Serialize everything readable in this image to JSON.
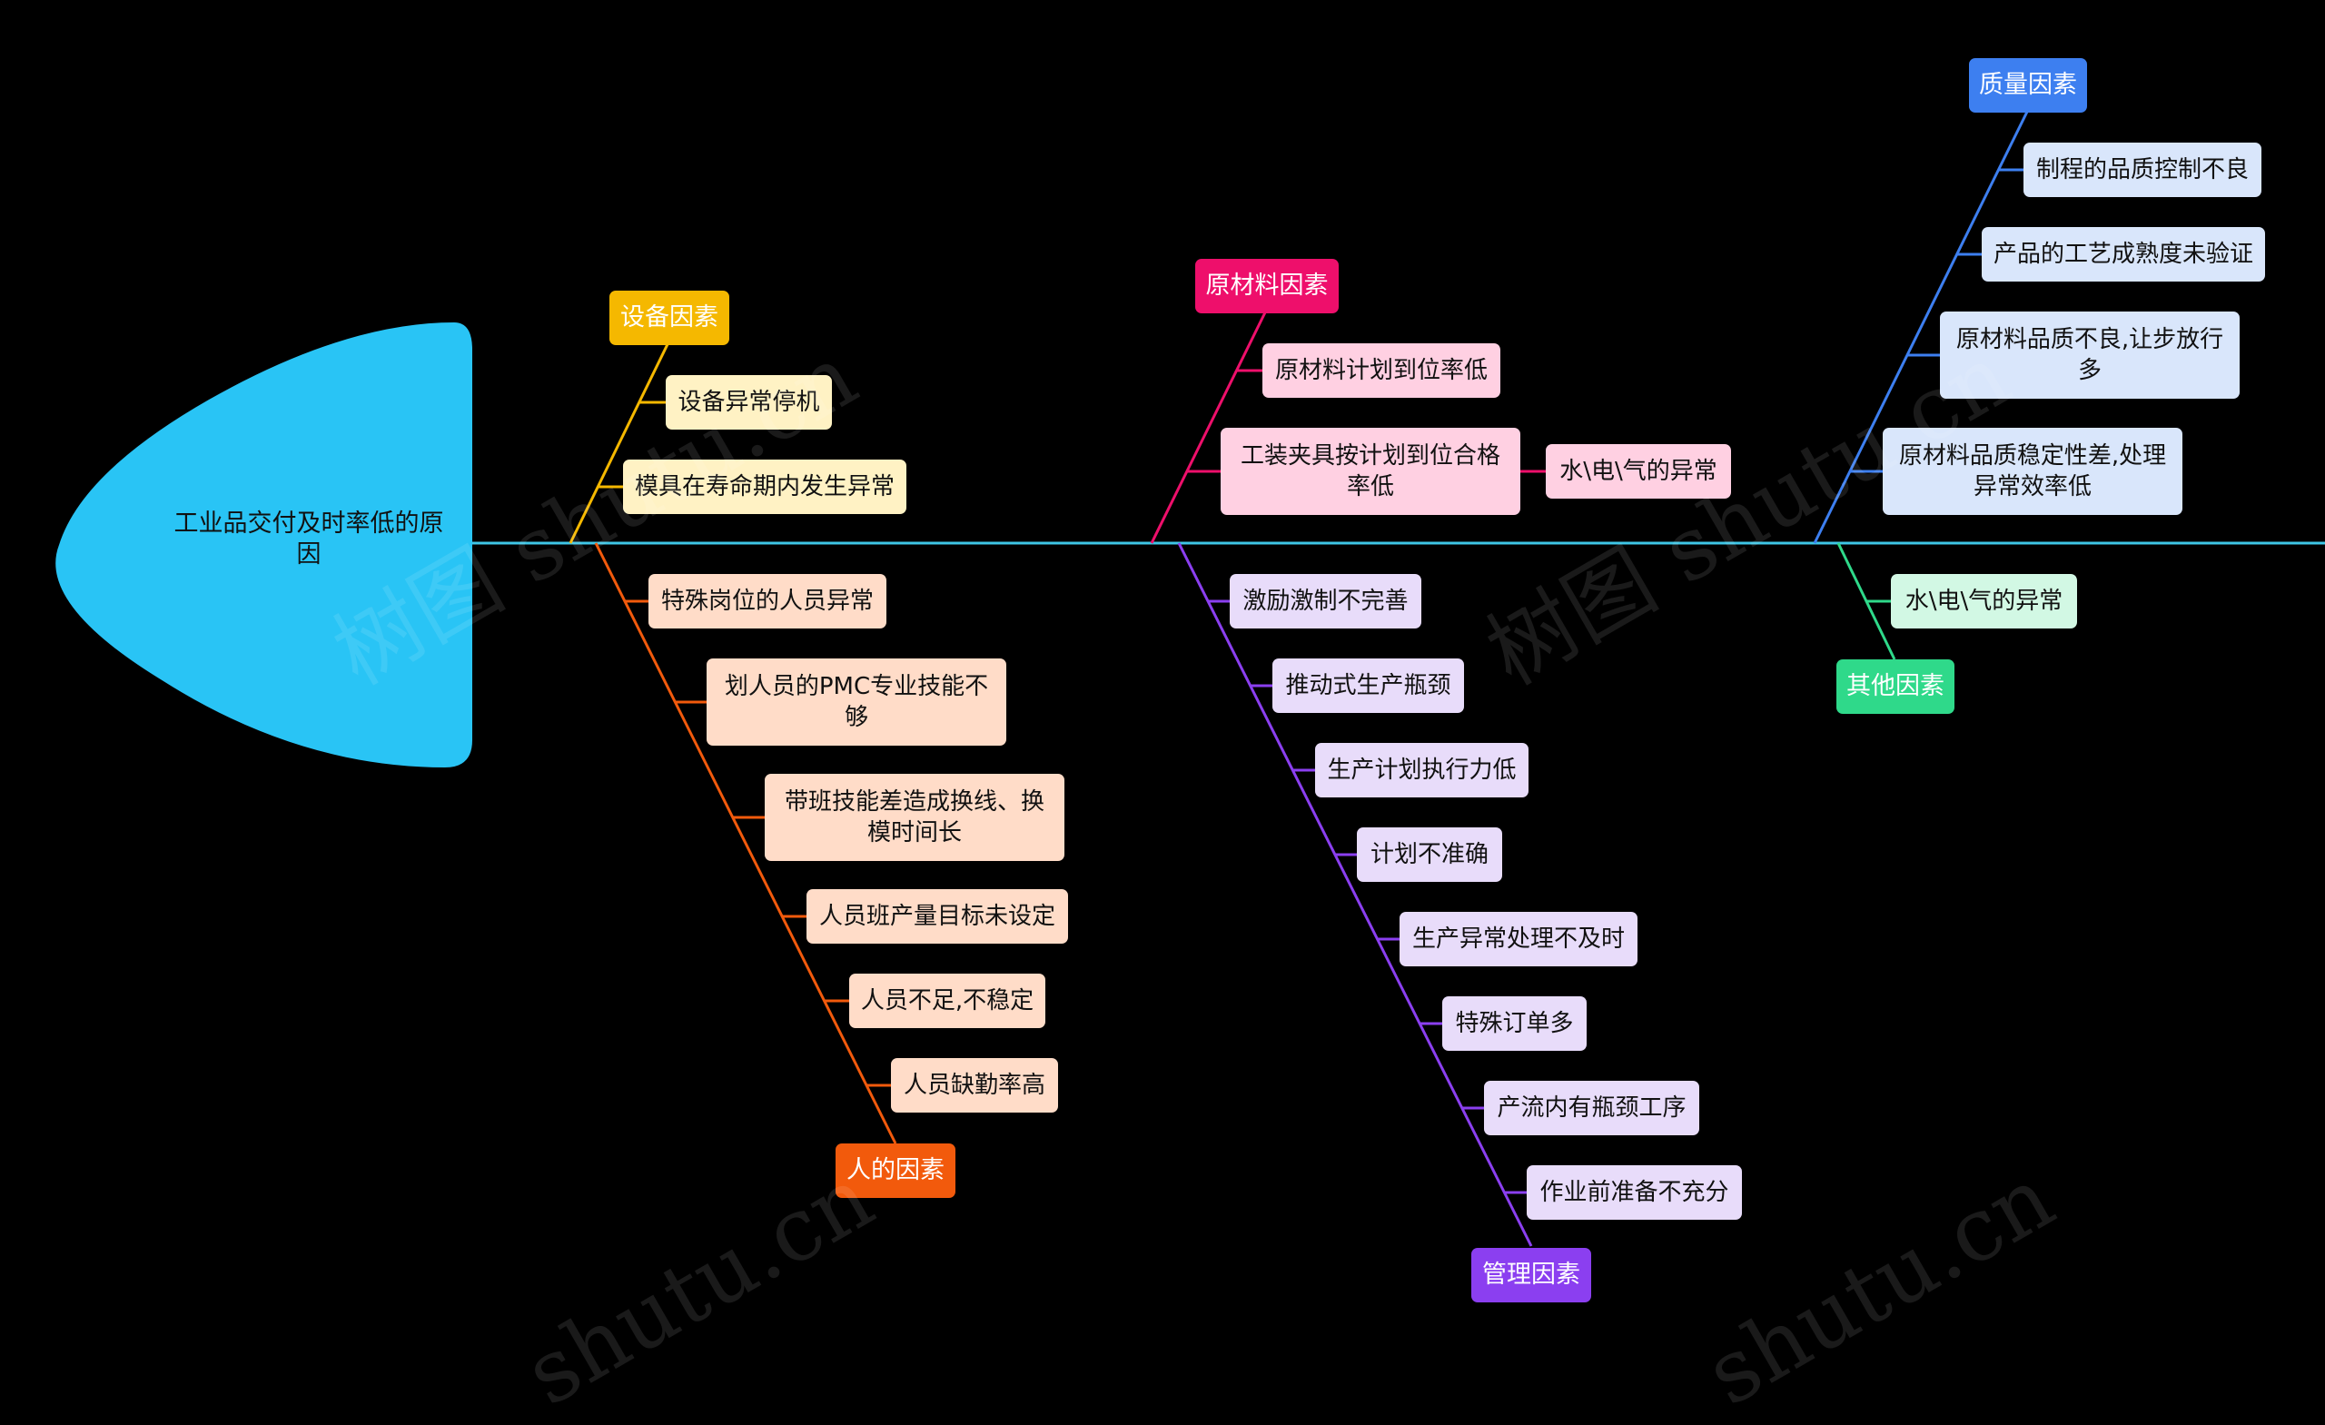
{
  "head": {
    "title": "工业品交付及时率低的原因",
    "color": "#29c4f5"
  },
  "spine_color": "#3ec6e6",
  "categories": {
    "equipment": {
      "label": "设备因素",
      "color": "#f5b800",
      "light": "#fff2c4",
      "items": [
        "设备异常停机",
        "模具在寿命期内发生异常"
      ]
    },
    "material": {
      "label": "原材料因素",
      "color": "#ee0f6b",
      "light": "#ffd0e2",
      "items": [
        "原材料计划到位率低",
        "工装夹具按计划到位合格率低"
      ],
      "sub": "水\\电\\气的异常"
    },
    "quality": {
      "label": "质量因素",
      "color": "#3d7ff0",
      "light": "#d9e6fb",
      "items": [
        "制程的品质控制不良",
        "产品的工艺成熟度未验证",
        "原材料品质不良,让步放行多",
        "原材料品质稳定性差,处理异常效率低"
      ]
    },
    "people": {
      "label": "人的因素",
      "color": "#f25a0c",
      "light": "#ffdcc8",
      "items": [
        "特殊岗位的人员异常",
        "划人员的PMC专业技能不够",
        "带班技能差造成换线、换模时间长",
        "人员班产量目标未设定",
        "人员不足,不稳定",
        "人员缺勤率高"
      ]
    },
    "management": {
      "label": "管理因素",
      "color": "#8b3ff0",
      "light": "#e8dcfa",
      "items": [
        "激励激制不完善",
        "推动式生产瓶颈",
        "生产计划执行力低",
        "计划不准确",
        "生产异常处理不及时",
        "特殊订单多",
        "产流内有瓶颈工序",
        "作业前准备不充分"
      ]
    },
    "other": {
      "label": "其他因素",
      "color": "#2fd98a",
      "light": "#d2f8e4",
      "items": [
        "水\\电\\气的异常"
      ]
    }
  },
  "watermark": [
    "树图 shutu.cn",
    "树图 shutu.cn",
    "shutu.cn",
    "shutu.cn"
  ]
}
